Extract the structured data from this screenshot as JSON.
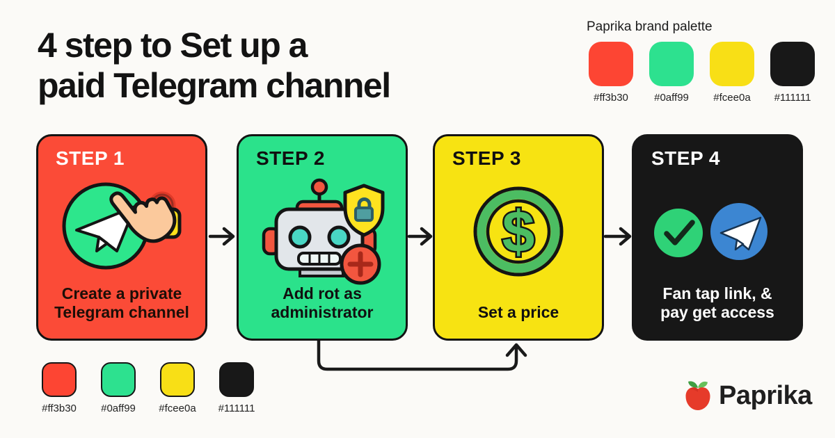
{
  "title": {
    "line1": "4 step to Set up a",
    "line2": "paid Telegram channel"
  },
  "brand_palette": {
    "label": "Paprika brand palette",
    "swatches": [
      {
        "name": "red",
        "hex": "#ff3b30"
      },
      {
        "name": "green",
        "hex": "#0aff99"
      },
      {
        "name": "yellow",
        "hex": "#fcee0a"
      },
      {
        "name": "black",
        "hex": "#111111"
      }
    ]
  },
  "steps": [
    {
      "label": "STEP 1",
      "caption": "Create a private\nTelegram channel",
      "card_color": "#ff3b30",
      "icons": [
        "telegram-circle-icon",
        "tap-finger-icon",
        "padlock-icon"
      ]
    },
    {
      "label": "STEP 2",
      "caption": "Add rot as\nadministrator",
      "card_color": "#0aff99",
      "icons": [
        "robot-icon",
        "shield-lock-icon",
        "add-badge-icon"
      ]
    },
    {
      "label": "STEP 3",
      "caption": "Set a price",
      "card_color": "#fcee0a",
      "icons": [
        "dollar-coin-icon"
      ]
    },
    {
      "label": "STEP 4",
      "caption": "Fan tap link, &\npay get access",
      "card_color": "#111111",
      "icons": [
        "check-circle-icon",
        "telegram-circle-icon"
      ]
    }
  ],
  "footer_palette": {
    "swatches": [
      {
        "name": "red",
        "hex": "#ff3b30"
      },
      {
        "name": "green",
        "hex": "#0aff99"
      },
      {
        "name": "yellow",
        "hex": "#fcee0a"
      },
      {
        "name": "black",
        "hex": "#111111"
      }
    ]
  },
  "logo": {
    "text": "Paprika"
  }
}
